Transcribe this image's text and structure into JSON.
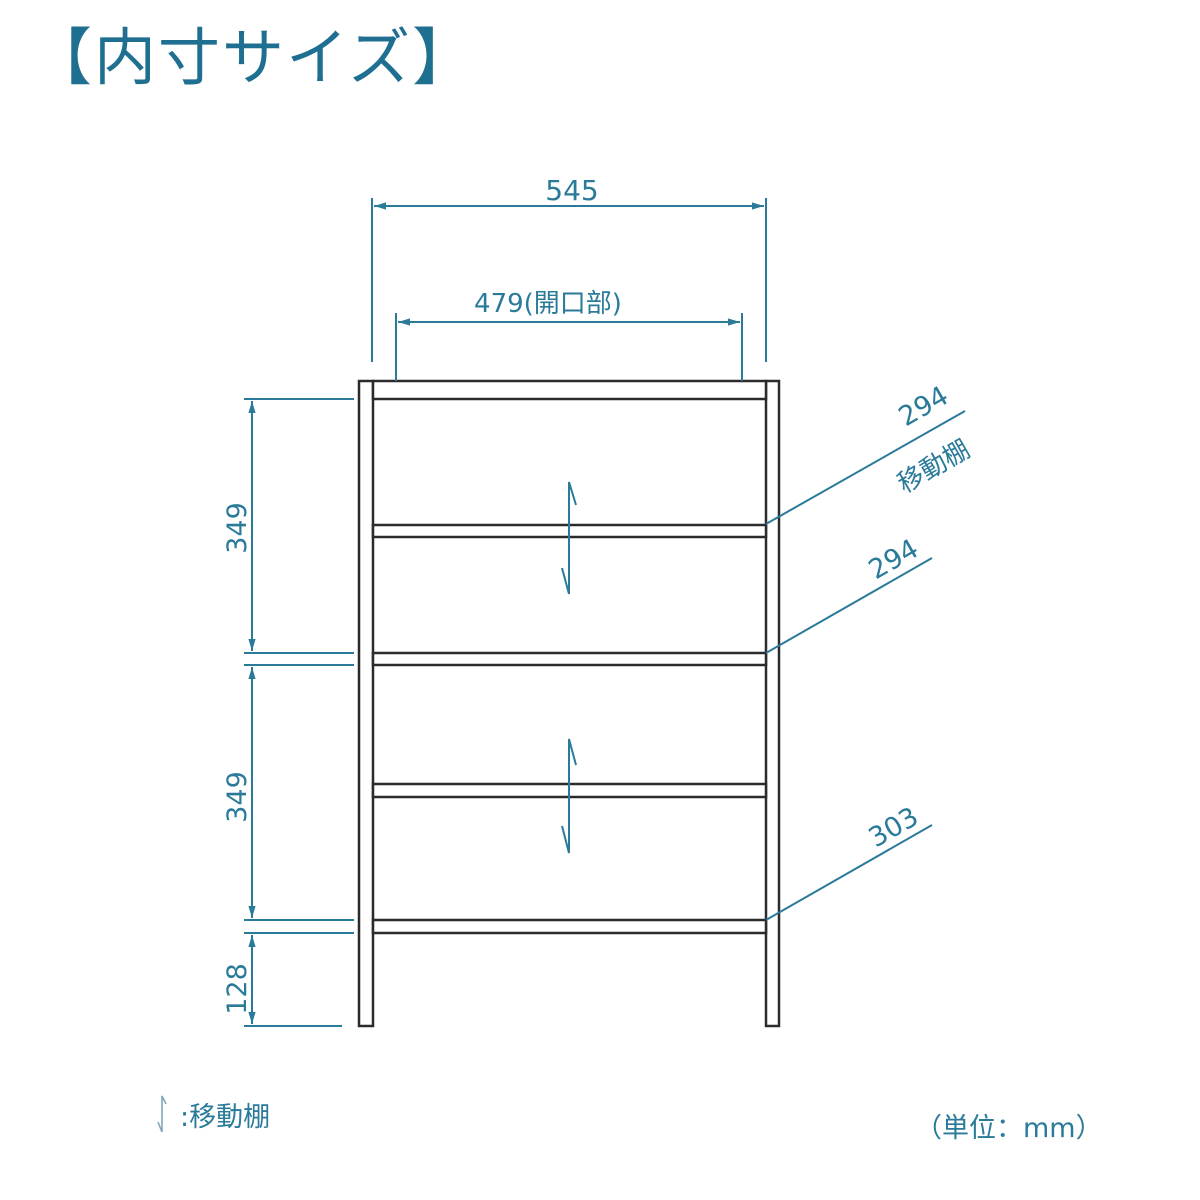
{
  "title": {
    "open_bracket": "【",
    "text": "内寸サイズ",
    "close_bracket": "】",
    "color": "#1f6f90"
  },
  "colors": {
    "dimension": "#2a7a99",
    "outline": "#2b2b2b",
    "background": "#ffffff"
  },
  "dimensions": {
    "overall_width": "545",
    "opening_width": "479(開口部)",
    "upper_height": "349",
    "lower_height": "349",
    "bottom_clearance": "128",
    "shelf_depth_movable": "294",
    "shelf_depth_movable_label": "移動棚",
    "shelf_depth_fixed": "294",
    "shelf_depth_bottom": "303"
  },
  "legend": {
    "icon": "movable-shelf-arrow",
    "label": ":移動棚"
  },
  "unit_note": "（単位：mm）"
}
